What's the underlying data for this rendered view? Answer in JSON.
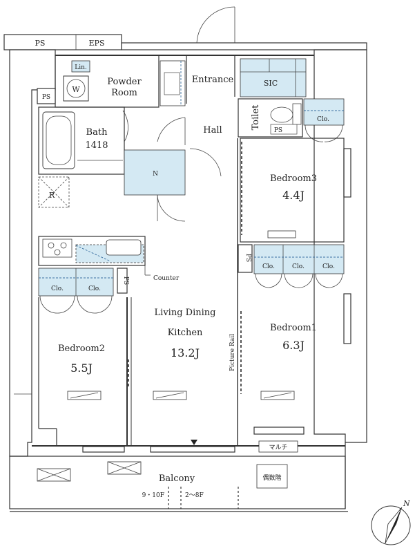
{
  "labels": {
    "ps_top": "PS",
    "eps": "EPS",
    "lin": "Lin.",
    "w": "W",
    "powder_1": "Powder",
    "powder_2": "Room",
    "ps_left": "PS",
    "entrance": "Entrance",
    "sic": "SIC",
    "toilet": "Toilet",
    "ps_toilet": "PS",
    "clo_toilet": "Clo.",
    "bath": "Bath",
    "bath_size": "1418",
    "hall": "Hall",
    "n": "N",
    "r": "R",
    "bedroom3": "Bedroom3",
    "bedroom3_size": "4.4J",
    "counter": "Counter",
    "ps_mid": "PS",
    "ps_bed1": "PS",
    "clo_b1_1": "Clo.",
    "clo_b1_2": "Clo.",
    "clo_b1_3": "Clo.",
    "clo_b2_1": "Clo.",
    "clo_b2_2": "Clo.",
    "ldk_1": "Living Dining",
    "ldk_2": "Kitchen",
    "ldk_size": "13.2J",
    "bedroom2": "Bedroom2",
    "bedroom2_size": "5.5J",
    "bedroom1": "Bedroom1",
    "bedroom1_size": "6.3J",
    "picture_rail": "Picture Rail",
    "multi": "マルチ",
    "balcony": "Balcony",
    "floors_a": "9・10F",
    "floors_b": "2～8F",
    "even_floors": "偶数階",
    "north": "N"
  }
}
